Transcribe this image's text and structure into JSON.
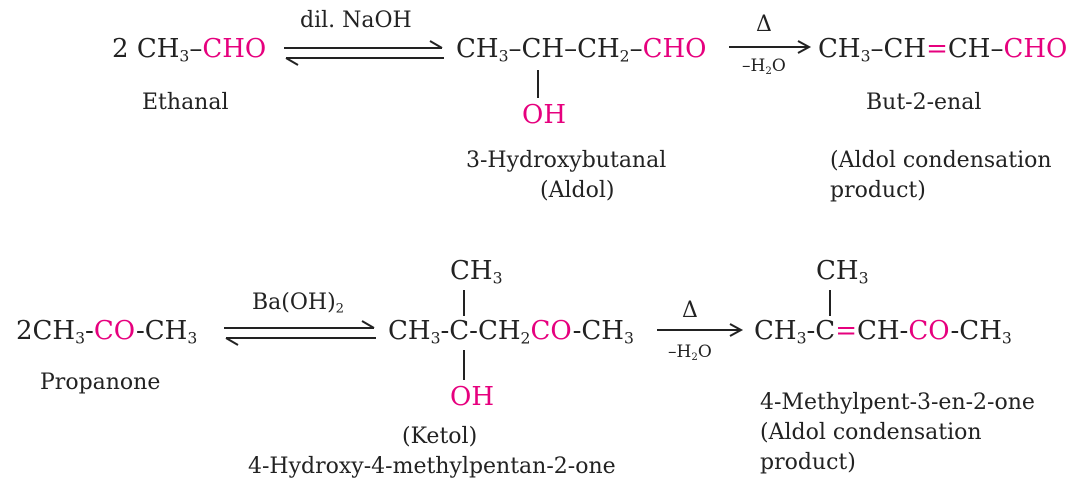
{
  "colors": {
    "text": "#222222",
    "highlight": "#e6007e"
  },
  "reaction1": {
    "reactant": {
      "coef": "2 ",
      "ch": "CH",
      "sub3": "3",
      "dash": "–",
      "cho": "CHO"
    },
    "reactant_name": "Ethanal",
    "condition": {
      "reagent": "dil. NaOH"
    },
    "aldol": {
      "ch3": "CH",
      "sub3": "3",
      "mid": "–CH–CH",
      "sub2": "2",
      "dash": "–",
      "cho": "CHO",
      "oh": "OH"
    },
    "aldol_name": "3-Hydroxybutanal",
    "aldol_note": "(Aldol)",
    "heat": {
      "delta": "Δ",
      "loss": "–H",
      "sub2": "2",
      "o": "O"
    },
    "product": {
      "ch3": "CH",
      "sub3": "3",
      "chain1": "–CH",
      "eq": "=",
      "chain2": "CH–",
      "cho": "CHO"
    },
    "product_name": "But-2-enal",
    "product_note_1": "(Aldol condensation",
    "product_note_2": "product)"
  },
  "reaction2": {
    "reactant": {
      "a": "2CH",
      "sub3a": "3",
      "b": "-",
      "co": "CO",
      "c": "-CH",
      "sub3b": "3"
    },
    "reactant_name": "Propanone",
    "condition": {
      "reagent": "Ba(OH)",
      "sub2": "2"
    },
    "ketol": {
      "top_ch": "CH",
      "top_sub3": "3",
      "a": "CH",
      "sub3a": "3",
      "b": "-C-CH",
      "sub2": "2",
      "co": "CO",
      "c": "-CH",
      "sub3b": "3",
      "oh": "OH"
    },
    "ketol_note": "(Ketol)",
    "ketol_name": "4-Hydroxy-4-methylpentan-2-one",
    "heat": {
      "delta": "Δ",
      "loss": "–H",
      "sub2": "2",
      "o": "O"
    },
    "product": {
      "top_ch": "CH",
      "top_sub3": "3",
      "a": "CH",
      "sub3a": "3",
      "b": "-C",
      "eq": "=",
      "c": "CH-",
      "co": "CO",
      "d": "-CH",
      "sub3b": "3"
    },
    "product_name": "4-Methylpent-3-en-2-one",
    "product_note_1": "(Aldol condensation",
    "product_note_2": "product)"
  }
}
